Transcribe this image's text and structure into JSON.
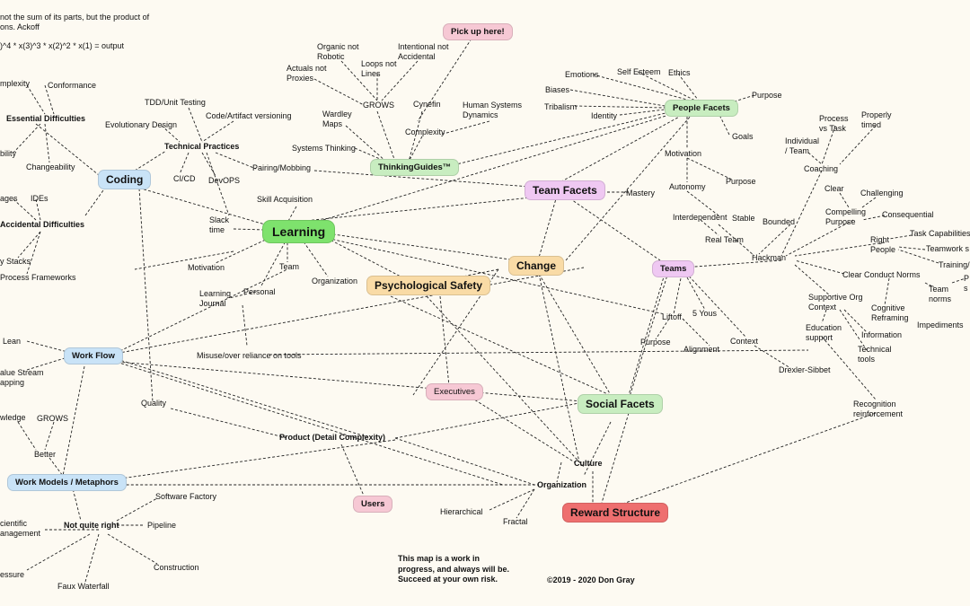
{
  "header": {
    "quote_line1": "not the sum of its parts, but the product of",
    "quote_line2": "ons. Ackoff",
    "formula": ")^4 * x(3)^3 * x(2)^2 * x(1) = output"
  },
  "nodes": {
    "pick_up_here": "Pick up here!",
    "organic": "Organic not\nRobotic",
    "loops": "Loops not\nLines",
    "intentional": "Intentional not\nAccidental",
    "actuals": "Actuals not\nProxies",
    "grows_top": "GROWS",
    "cynefin": "Cynefin",
    "human_systems": "Human Systems\nDynamics",
    "wardley": "Wardley\nMaps",
    "complexity_top": "Complexity",
    "systems_thinking": "Systems Thinking",
    "thinking_guides": "ThinkingGuides™",
    "emotions": "Emotions",
    "self_esteem": "Self Esteem",
    "ethics": "Ethics",
    "biases": "Biases",
    "tribalism": "Tribalism",
    "identity": "Identity",
    "people_facets": "People Facets",
    "purpose_people": "Purpose",
    "goals": "Goals",
    "tdd": "TDD/Unit Testing",
    "code_versioning": "Code/Artifact versioning",
    "evolutionary_design": "Evolutionary Design",
    "technical_practices": "Technical Practices",
    "cicd": "CI/CD",
    "devops": "DevOPS",
    "pairing": "Pairing/Mobbing",
    "complexity_left": "mplexity",
    "conformance": "Conformance",
    "essential_difficulties": "Essential Difficulties",
    "bility": "bility",
    "changeability": "Changeability",
    "coding": "Coding",
    "ages": "ages",
    "ides": "IDEs",
    "accidental_difficulties": "Accidental Difficulties",
    "y_stacks": "y Stacks",
    "process_frameworks": "Process Frameworks",
    "skill_acquisition": "Skill Acquisition",
    "slack_time": "Slack\ntime",
    "learning": "Learning",
    "motivation_left": "Motivation",
    "team_small": "Team",
    "organization_small": "Organization",
    "personal": "Personal",
    "learning_journal": "Learning\nJournal",
    "psychological_safety": "Psychological Safety",
    "change": "Change",
    "team_facets": "Team Facets",
    "mastery": "Mastery",
    "motivation_right": "Motivation",
    "autonomy": "Autonomy",
    "purpose_mid": "Purpose",
    "interdependent": "Interdependent",
    "stable": "Stable",
    "real_team": "Real Team",
    "bounded": "Bounded",
    "teams": "Teams",
    "liftoff": "Liftoff",
    "five_yous": "5 Yous",
    "purpose_low": "Purpose",
    "alignment": "Alignment",
    "context": "Context",
    "drexler": "Drexler-Sibbet",
    "individual_team": "Individual\n/ Team",
    "process_vs_task": "Process\nvs Task",
    "properly_timed": "Properly\ntimed",
    "coaching": "Coaching",
    "clear": "Clear",
    "challenging": "Challenging",
    "compelling_purpose": "Compelling\nPurpose",
    "consequential": "Consequential",
    "hackman": "Hackman",
    "right_people": "Right\nPeople",
    "task_capabilities": "Task Capabilities",
    "teamwork_s": "Teamwork s",
    "training": "Training/",
    "clear_conduct_norms": "Clear Conduct Norms",
    "p_s": "P\ns",
    "team_norms": "Team\nnorms",
    "supportive_org_context": "Supportive Org\nContext",
    "cognitive_reframing": "Cognitive\nReframing",
    "impediments": "Impediments",
    "information": "Information",
    "education_support": "Education\nsupport",
    "technical_tools": "Technical\ntools",
    "recognition": "Recognition\nreinforcement",
    "lean": "Lean",
    "value_stream": "alue Stream\napping",
    "work_flow": "Work Flow",
    "misuse": "Misuse/over reliance on tools",
    "executives": "Executives",
    "social_facets": "Social Facets",
    "quality": "Quality",
    "wledge": "wledge",
    "grows_left": "GROWS",
    "better": "Better",
    "product": "Product (Detail Complexity)",
    "culture": "Culture",
    "work_models": "Work Models / Metaphors",
    "organization": "Organization",
    "users": "Users",
    "software_factory": "Software Factory",
    "scientific": "cientific\nanagement",
    "not_quite_right": "Not quite right",
    "pipeline": "Pipeline",
    "hierarchical": "Hierarchical",
    "fractal": "Fractal",
    "reward_structure": "Reward Structure",
    "construction": "Construction",
    "essure": "essure",
    "faux_waterfall": "Faux Waterfall"
  },
  "footer": {
    "disclaimer": "This map is a work in\nprogress, and always will be.\nSucceed at your own risk.",
    "copyright": "©2019 - 2020 Don Gray"
  },
  "colors": {
    "background": "#fdfaf2",
    "green": "#c8edc0",
    "learning_green": "#7ee26d",
    "blue": "#c9e3f7",
    "pink": "#f6c8d4",
    "violet": "#efc8f2",
    "orange": "#f9dba6",
    "red": "#ee6f6f"
  }
}
